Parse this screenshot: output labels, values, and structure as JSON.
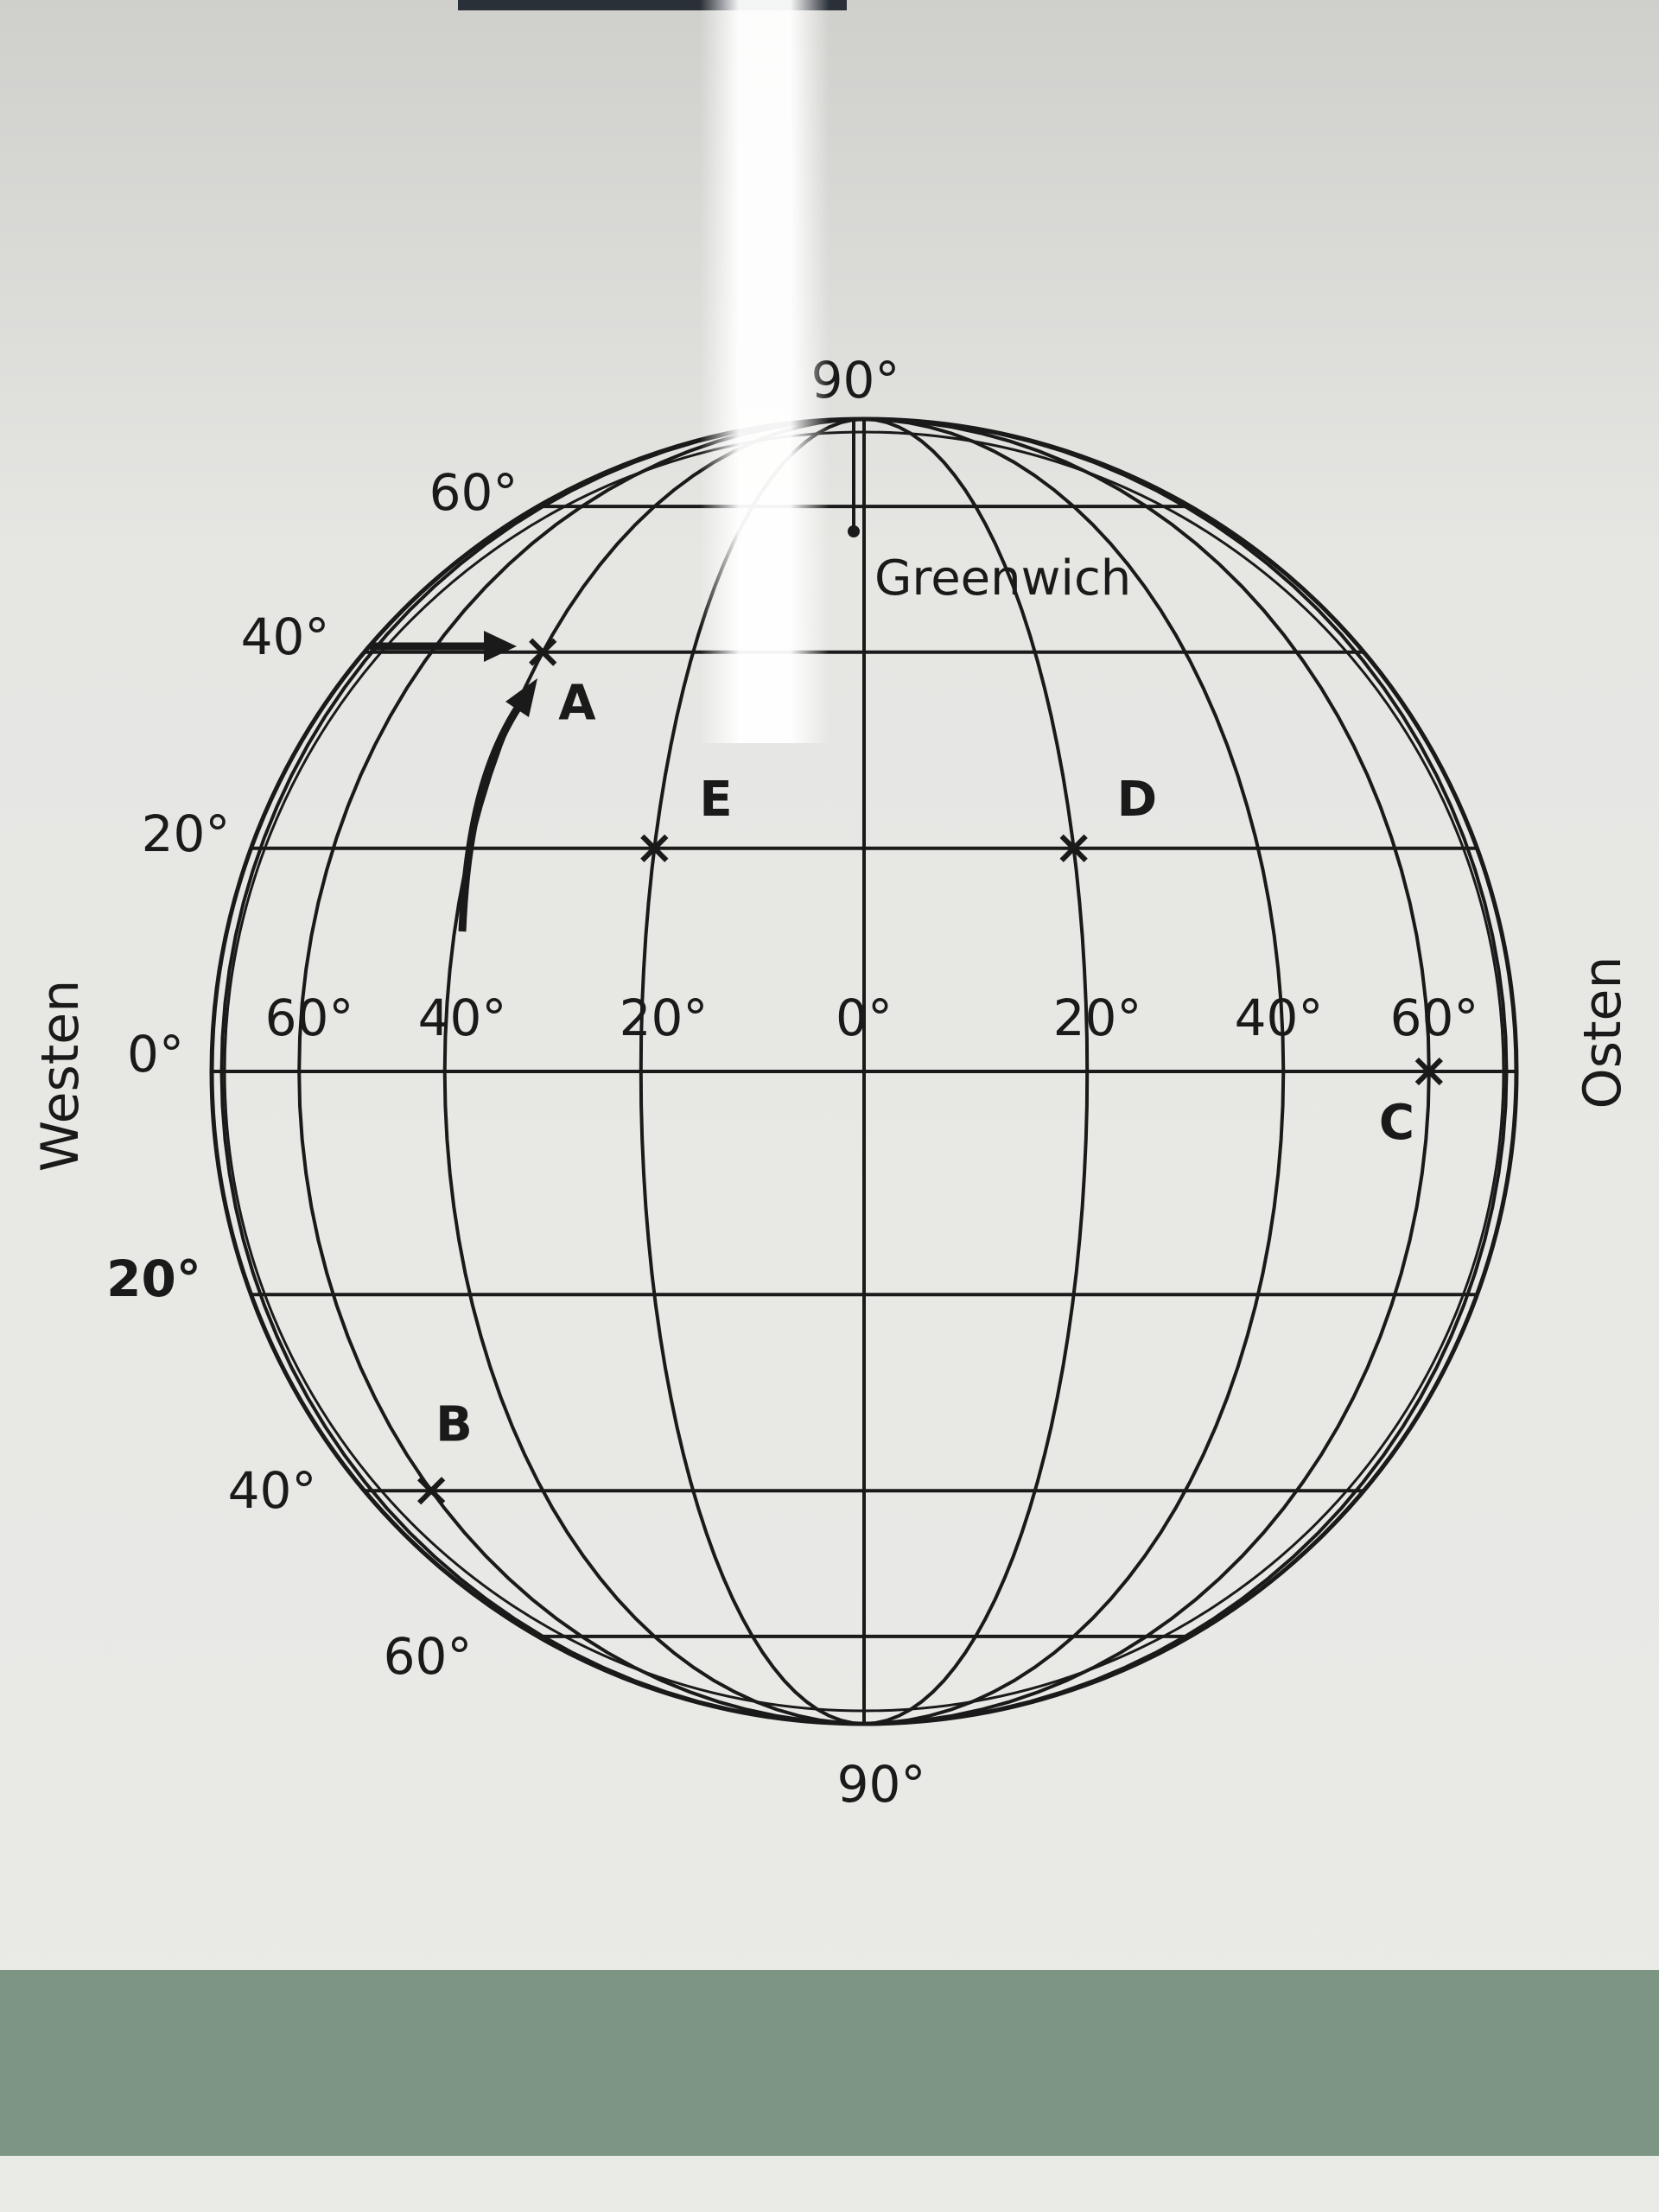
{
  "diagram": {
    "side_labels": {
      "west": "Westen",
      "east": "Osten"
    },
    "poles": {
      "north": "90°",
      "south": "90°"
    },
    "prime_meridian_label": "Greenwich",
    "latitude_labels": {
      "north": [
        "60°",
        "40°",
        "20°"
      ],
      "equator": "0°",
      "south": [
        "20°",
        "40°",
        "60°"
      ]
    },
    "longitude_labels": {
      "west": [
        "60°",
        "40°",
        "20°"
      ],
      "center": "0°",
      "east": [
        "20°",
        "40°",
        "60°"
      ]
    },
    "points": [
      {
        "id": "A",
        "latitude": 40,
        "longitude": -40
      },
      {
        "id": "B",
        "latitude": -40,
        "longitude": -60
      },
      {
        "id": "C",
        "latitude": 0,
        "longitude": 60
      },
      {
        "id": "D",
        "latitude": 20,
        "longitude": 20
      },
      {
        "id": "E",
        "latitude": 20,
        "longitude": -20
      }
    ]
  },
  "colors": {
    "background": "#d9dad6",
    "paper": "#e9e9e6",
    "ink": "#1a1a1a",
    "bottom_band": "#7d9684",
    "top_bar": "#2a3038",
    "glare": "#ffffff"
  }
}
